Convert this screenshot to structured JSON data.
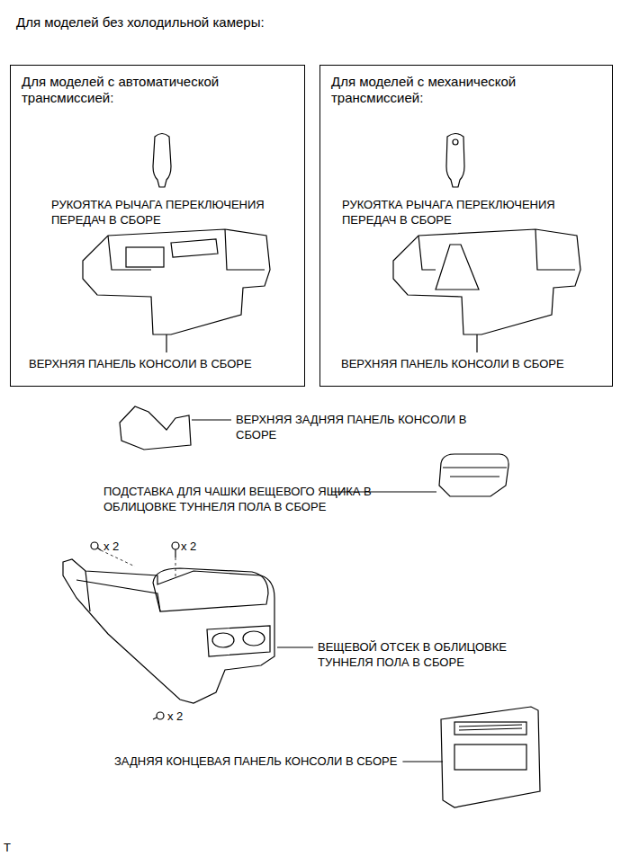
{
  "diagram": {
    "title": "Для моделей без холодильной камеры:",
    "nodes": [
      {
        "text": [
          "Для моделей с автоматической трансмиссией:"
        ]
      },
      {
        "text": [
          "Для моделей с механической трансмиссией:"
        ]
      }
    ],
    "labels": [
      "РУКОЯТКА РЫЧАГА ПЕРЕКЛЮЧЕНИЯ ПЕРЕДАЧ В СБОРЕ",
      "ВЕРХНЯЯ ПАНЕЛЬ КОНСОЛИ В СБОРЕ",
      "РУКОЯТКА РЫЧАГА ПЕРЕКЛЮЧЕНИЯ ПЕРЕДАЧ В СБОРЕ",
      "ВЕРХНЯЯ ПАНЕЛЬ КОНСОЛИ В СБОРЕ",
      "ВЕРХНЯЯ ЗАДНЯЯ ПАНЕЛЬ КОНСОЛИ В СБОРЕ",
      "ПОДСТАВКА ДЛЯ ЧАШКИ ВЕЩЕВОГО ЯЩИКА В ОБЛИЦОВКЕ ТУННЕЛЯ ПОЛА В СБОРЕ",
      "x 2",
      "x 2",
      "ВЕЩЕВОЙ ОТСЕК В ОБЛИЦОВКЕ ТУННЕЛЯ ПОЛА В СБОРЕ",
      "x 2",
      "ЗАДНЯЯ КОНЦЕВАЯ ПАНЕЛЬ КОНСОЛИ В СБОРЕ",
      "T"
    ]
  }
}
